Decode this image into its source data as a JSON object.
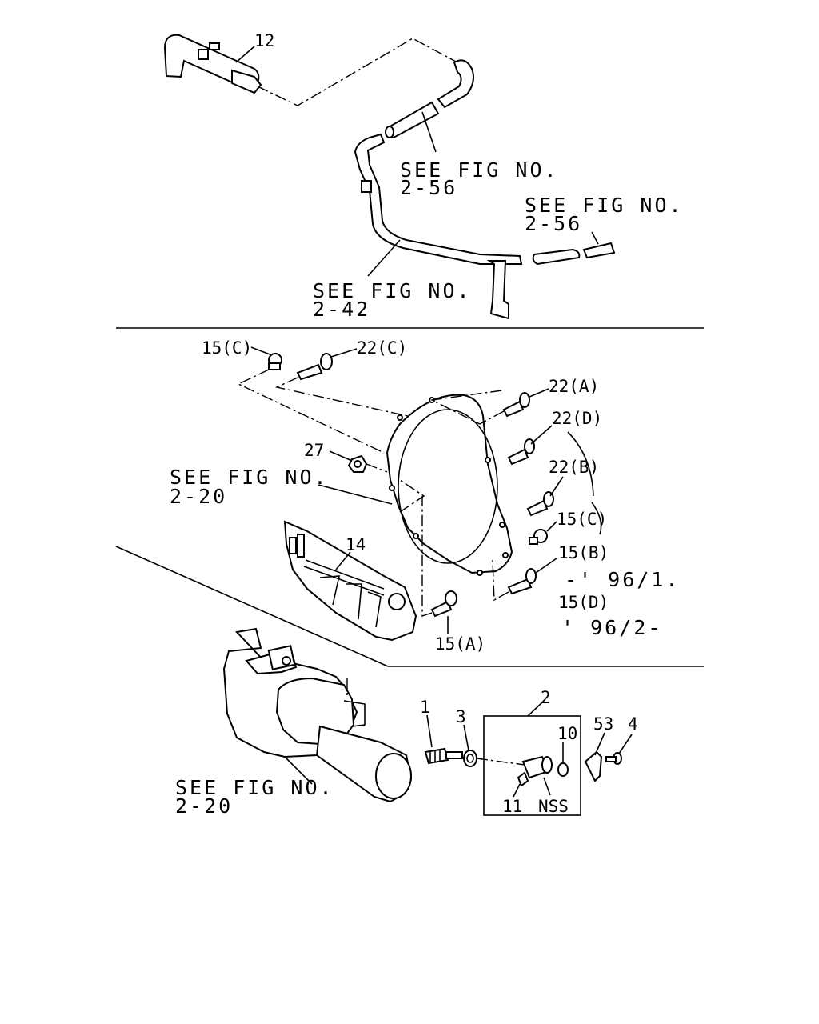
{
  "callouts": {
    "c12": "12",
    "c15c_top": "15(C)",
    "c22c": "22(C)",
    "c22a": "22(A)",
    "c22d": "22(D)",
    "c22b": "22(B)",
    "c27": "27",
    "c15c_right": "15(C)",
    "c15b": "15(B)",
    "c15b_range": "-' 96/1.",
    "c15d": "15(D)",
    "c15d_range": "' 96/2-",
    "c14": "14",
    "c15a": "15(A)",
    "c2": "2",
    "c1": "1",
    "c3": "3",
    "c10": "10",
    "c53": "53",
    "c4": "4",
    "c11": "11",
    "nss": "NSS"
  },
  "refs": {
    "r1_line1": "SEE FIG NO.",
    "r1_line2": "2-56",
    "r2_line1": "SEE FIG NO.",
    "r2_line2": "2-56",
    "r3_line1": "SEE FIG NO.",
    "r3_line2": "2-42",
    "r4_line1": "SEE FIG NO.",
    "r4_line2": "2-20",
    "r5_line1": "SEE FIG NO.",
    "r5_line2": "2-20"
  }
}
